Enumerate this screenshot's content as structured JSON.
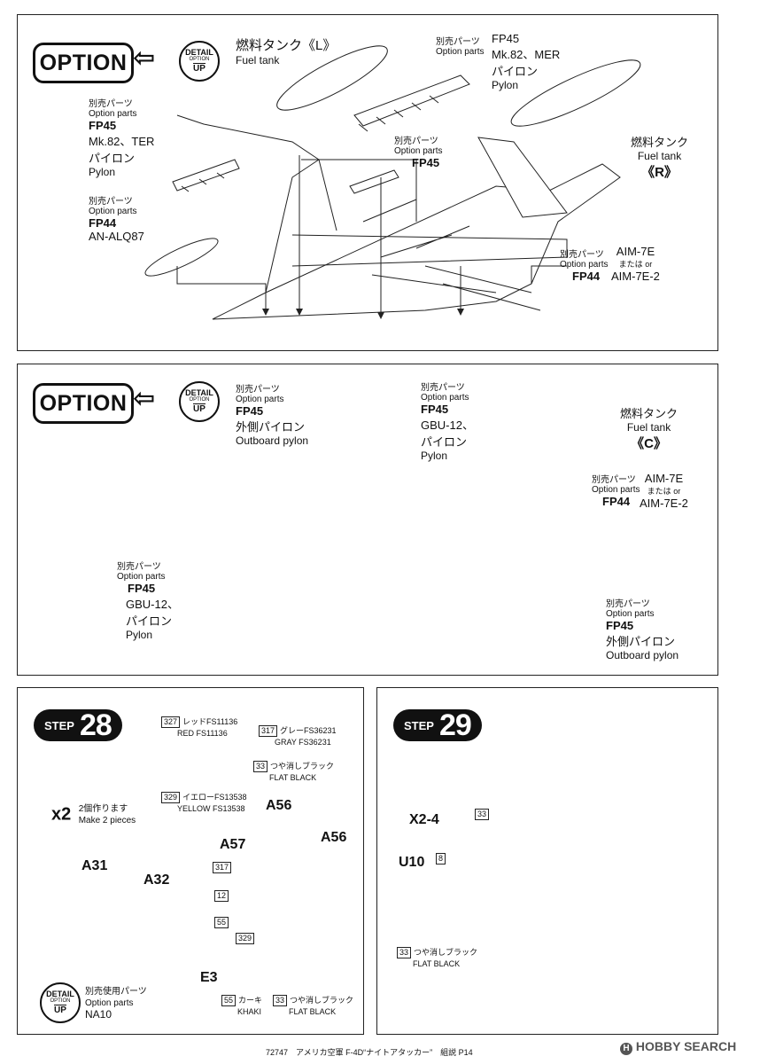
{
  "panel1": {
    "option": "OPTION",
    "detail": {
      "l1": "DETAIL",
      "l2": "OPTION",
      "l3": "UP"
    },
    "fuel_l": {
      "jp": "燃料タンク《L》",
      "en": "Fuel tank"
    },
    "mer": {
      "jp1": "別売パーツ",
      "jp2": "Option parts",
      "code": "FP45",
      "name": "Mk.82、MER",
      "jp3": "パイロン",
      "en": "Pylon"
    },
    "ter": {
      "jp1": "別売パーツ",
      "jp2": "Option parts",
      "code": "FP45",
      "name": "Mk.82、TER",
      "jp3": "パイロン",
      "en": "Pylon"
    },
    "alq": {
      "jp1": "別売パーツ",
      "jp2": "Option parts",
      "code": "FP44",
      "name": "AN-ALQ87"
    },
    "center": {
      "jp1": "別売パーツ",
      "jp2": "Option parts",
      "code": "FP45"
    },
    "fuel_r": {
      "jp": "燃料タンク",
      "en": "Fuel tank",
      "tag": "《R》"
    },
    "aim": {
      "jp1": "別売パーツ",
      "jp2": "Option parts",
      "code": "FP44",
      "name1": "AIM-7E",
      "or_jp": "または",
      "or_en": "or",
      "name2": "AIM-7E-2"
    }
  },
  "panel2": {
    "option": "OPTION",
    "detail": {
      "l1": "DETAIL",
      "l2": "OPTION",
      "l3": "UP"
    },
    "outboard_top": {
      "jp1": "別売パーツ",
      "jp2": "Option parts",
      "code": "FP45",
      "name": "外側パイロン",
      "en": "Outboard pylon"
    },
    "gbu_top": {
      "jp1": "別売パーツ",
      "jp2": "Option parts",
      "code": "FP45",
      "name": "GBU-12、",
      "jp3": "パイロン",
      "en": "Pylon"
    },
    "fuel_c": {
      "jp": "燃料タンク",
      "en": "Fuel tank",
      "tag": "《C》"
    },
    "aim": {
      "jp1": "別売パーツ",
      "jp2": "Option parts",
      "code": "FP44",
      "name1": "AIM-7E",
      "or_jp": "または",
      "or_en": "or",
      "name2": "AIM-7E-2"
    },
    "gbu_left": {
      "jp1": "別売パーツ",
      "jp2": "Option parts",
      "code": "FP45",
      "name": "GBU-12、",
      "jp3": "パイロン",
      "en": "Pylon"
    },
    "outboard_right": {
      "jp1": "別売パーツ",
      "jp2": "Option parts",
      "code": "FP45",
      "name": "外側パイロン",
      "en": "Outboard pylon"
    }
  },
  "step28": {
    "word": "STEP",
    "num": "28",
    "x2": "x2",
    "x2_jp": "2個作ります",
    "x2_en": "Make 2 pieces",
    "callout": {
      "c327": {
        "n": "327",
        "jp": "レッドFS11136",
        "en": "RED FS11136"
      },
      "c317": {
        "n": "317",
        "jp": "グレーFS36231",
        "en": "GRAY FS36231"
      },
      "c33": {
        "n": "33",
        "jp": "つや消しブラック",
        "en": "FLAT BLACK"
      },
      "c329": {
        "n": "329",
        "jp": "イエローFS13538",
        "en": "YELLOW FS13538"
      },
      "part": "A56"
    },
    "parts": {
      "a31": "A31",
      "a32": "A32",
      "a57": "A57",
      "a56": "A56",
      "e3": "E3"
    },
    "nums": {
      "n317": "317",
      "n12": "12",
      "n55": "55",
      "n329": "329"
    },
    "khaki": {
      "n": "55",
      "jp": "カーキ",
      "en": "KHAKI"
    },
    "flat": {
      "n": "33",
      "jp": "つや消しブラック",
      "en": "FLAT BLACK"
    },
    "detail": {
      "l1": "DETAIL",
      "l2": "OPTION",
      "l3": "UP"
    },
    "optuse": {
      "jp": "別売使用パーツ",
      "en": "Option parts",
      "code": "NA10"
    }
  },
  "step29": {
    "word": "STEP",
    "num": "29",
    "x24": "X2-4",
    "u10": "U10",
    "n33": "33",
    "n8": "8",
    "flat": {
      "n": "33",
      "jp": "つや消しブラック",
      "en": "FLAT BLACK"
    }
  },
  "footer": {
    "text": "72747　アメリカ空軍 F-4D“ナイトアタッカー”　組説 P14",
    "brand": "HOBBY SEARCH"
  }
}
